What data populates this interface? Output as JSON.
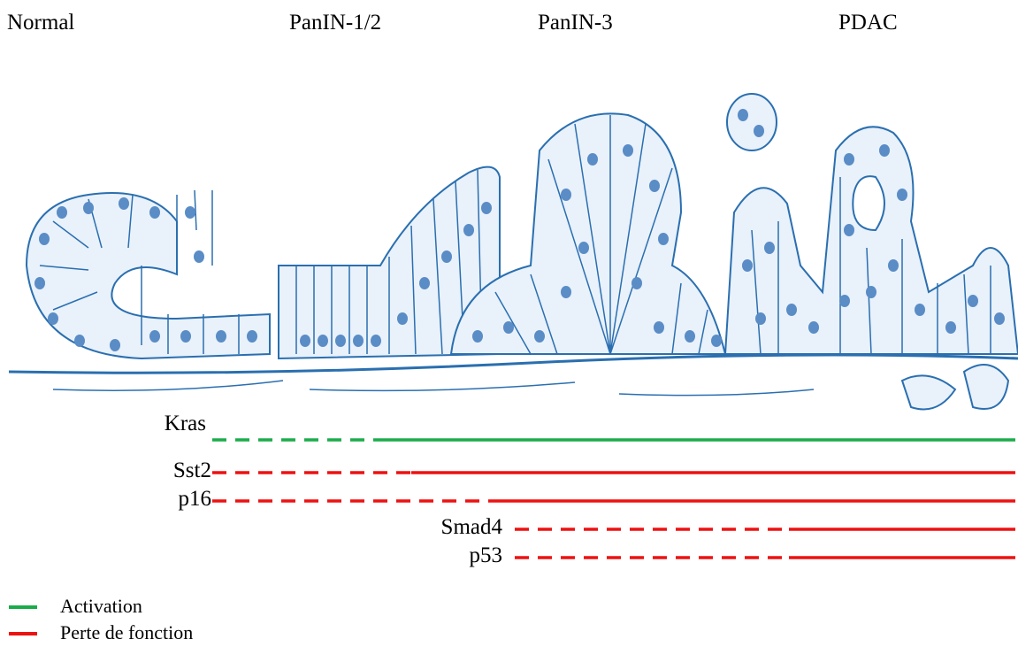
{
  "stages": [
    "Normal",
    "PanIN-1/2",
    "PanIN-3",
    "PDAC"
  ],
  "genes": [
    {
      "name": "Kras",
      "type": "activation"
    },
    {
      "name": "Sst2",
      "type": "loss"
    },
    {
      "name": "p16",
      "type": "loss"
    },
    {
      "name": "Smad4",
      "type": "loss"
    },
    {
      "name": "p53",
      "type": "loss"
    }
  ],
  "legend": [
    {
      "label": "Activation",
      "color": "#1aac4b"
    },
    {
      "label": "Perte de fonction",
      "color": "#ee1111"
    }
  ],
  "colors": {
    "activation": "#1aac4b",
    "loss": "#ee1111",
    "tissue_stroke": "#2a6fb0",
    "tissue_fill": "#e9f1fa",
    "nucleus": "#5a8cc6"
  }
}
